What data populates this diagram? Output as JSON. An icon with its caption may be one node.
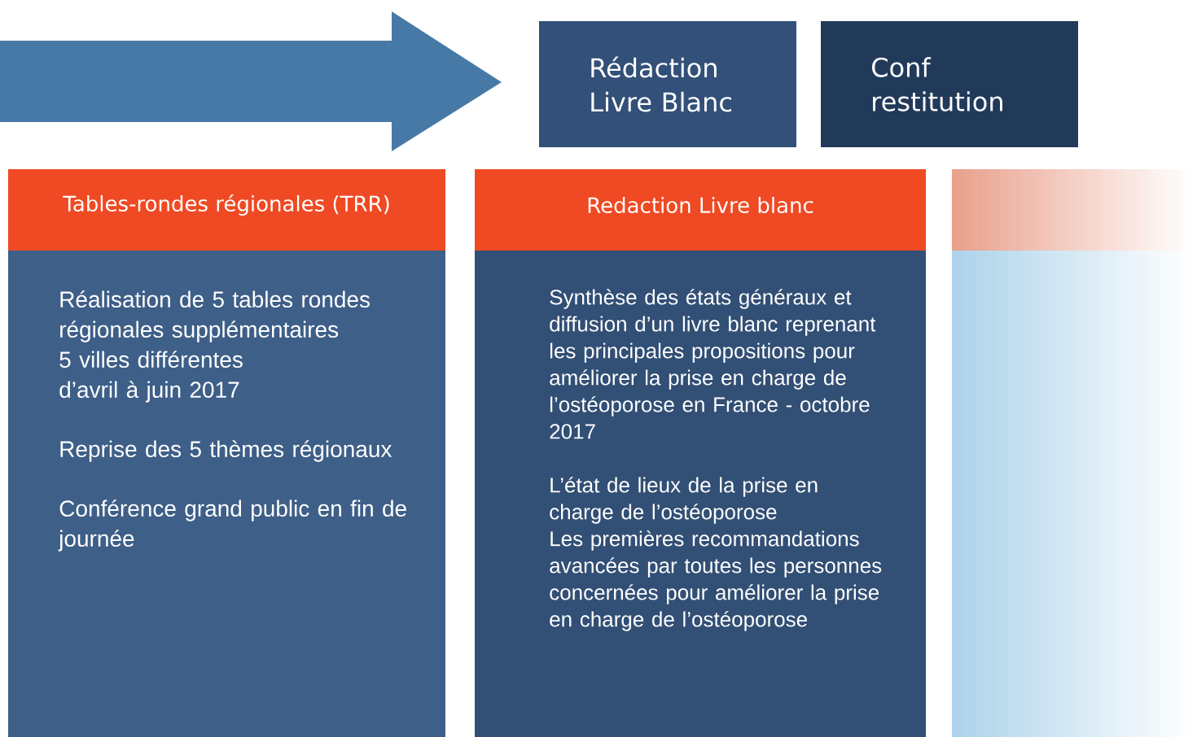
{
  "diagram": {
    "nodes": [
      {
        "text": [
          "Rédaction Livre Blanc"
        ]
      },
      {
        "text": [
          "Conf restitution"
        ]
      },
      {
        "text": [
          "Tables-rondes régionales (TRR)",
          "Réalisation de 5 tables rondes régionales supplémentaires",
          "5 villes différentes",
          "d’avril à juin 2017",
          "Reprise des 5 thèmes régionaux",
          "Conférence grand public en fin de journée"
        ]
      },
      {
        "text": [
          "Redaction Livre blanc",
          "Synthèse des états généraux et diffusion d’un livre blanc reprenant les principales propositions pour améliorer la prise en charge de l’ostéoporose en France - octobre 2017",
          "L’état de lieux de la prise en charge de l’ostéoporose",
          "Les premières recommandations avancées par toutes les personnes concernées pour améliorer la prise en charge de l’ostéoporose"
        ]
      },
      {
        "text": [],
        "shape": "box"
      }
    ]
  }
}
